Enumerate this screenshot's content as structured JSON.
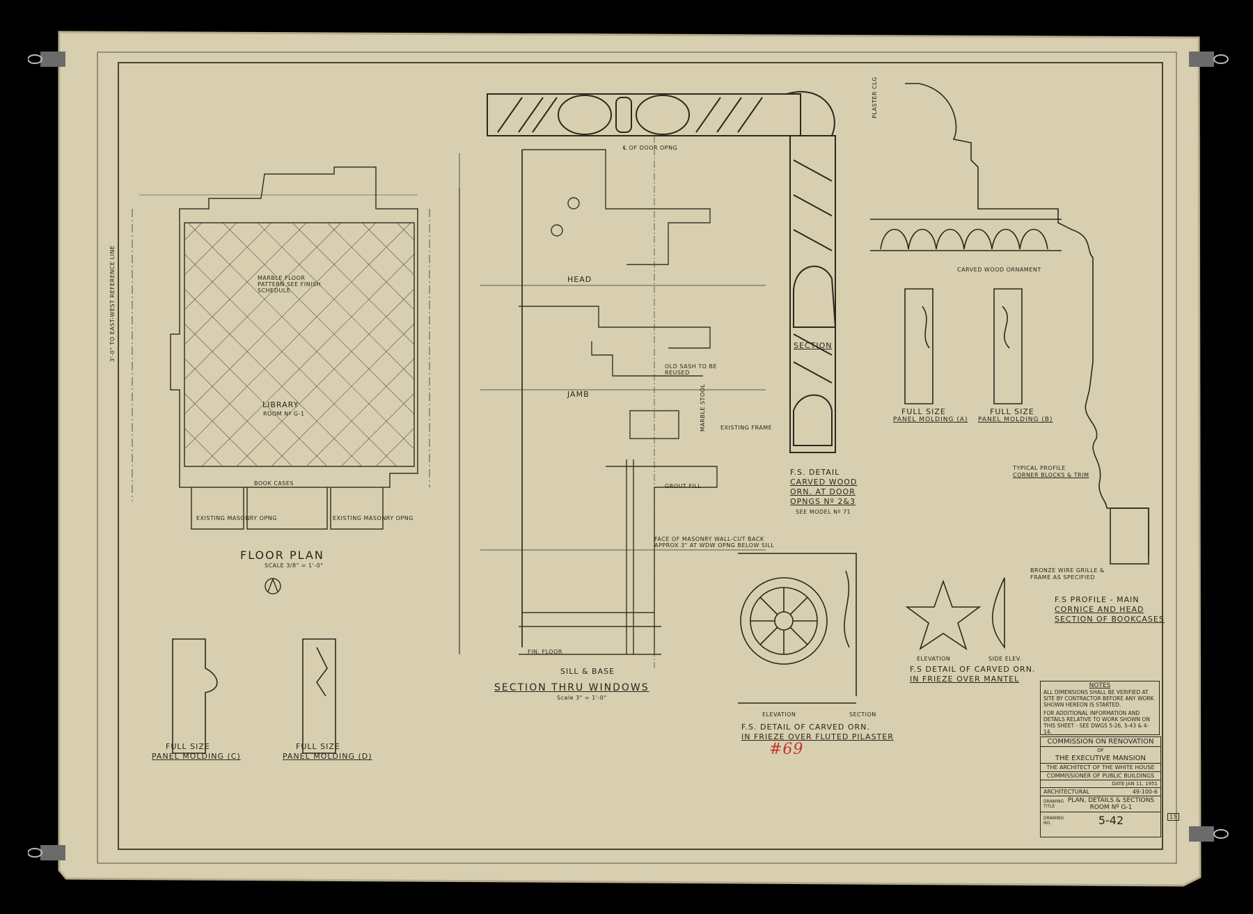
{
  "floor_plan": {
    "title": "FLOOR PLAN",
    "scale": "SCALE 3/8\" = 1'-0\"",
    "room_name": "LIBRARY",
    "room_no": "ROOM Nº G-1",
    "note": "MARBLE FLOOR PATTERN SEE FINISH SCHEDULE",
    "book_cases": "BOOK CASES",
    "ref_line": "3'-0\" TO EAST-WEST REFERENCE LINE",
    "existing_opng_1": "EXISTING MASONRY OPNG",
    "existing_opng_2": "EXISTING MASONRY OPNG"
  },
  "section": {
    "title": "SECTION THRU WINDOWS",
    "scale": "Scale 3\" = 1'-0\"",
    "head": "HEAD",
    "jamb": "JAMB",
    "sill": "SILL & BASE",
    "door_opng": "℄ OF DOOR OPNG",
    "old_sash": "OLD SASH TO BE REUSED",
    "marble_stool": "MARBLE STOOL",
    "existing_frame": "EXISTING FRAME",
    "grout": "GROUT FILL",
    "masonry_note": "FACE OF MASONRY WALL-CUT BACK APPROX 3\" AT WDW OPNG BELOW SILL",
    "fin_floor": "FIN. FLOOR"
  },
  "carved_detail": {
    "section": "SECTION",
    "line1": "F.S. DETAIL",
    "line2": "CARVED WOOD",
    "line3": "ORN. AT DOOR",
    "line4": "OPNGS Nº 2&3",
    "line5": "SEE MODEL Nº 71"
  },
  "cornice": {
    "plaster": "PLASTER CLG",
    "carved": "CARVED WOOD ORNAMENT",
    "pm_a": "FULL SIZE",
    "pm_a2": "PANEL MOLDING (A)",
    "pm_b": "FULL SIZE",
    "pm_b2": "PANEL MOLDING (B)",
    "typical1": "TYPICAL PROFILE",
    "typical2": "CORNER BLOCKS & TRIM",
    "grille1": "BRONZE WIRE GRILLE &",
    "grille2": "FRAME AS SPECIFIED",
    "profile1": "F.S PROFILE - MAIN",
    "profile2": "CORNICE AND HEAD",
    "profile3": "SECTION OF BOOKCASES"
  },
  "star_detail": {
    "elev": "ELEVATION",
    "side": "SIDE ELEV.",
    "line1": "F.S DETAIL OF CARVED ORN.",
    "line2": "IN FRIEZE OVER MANTEL"
  },
  "rosette_detail": {
    "elev": "ELEVATION",
    "section": "SECTION",
    "line1": "F.S. DETAIL OF CARVED ORN.",
    "line2": "IN FRIEZE OVER FLUTED PILASTER",
    "handwritten": "#69"
  },
  "panel_c": {
    "line1": "FULL SIZE",
    "line2": "PANEL MOLDING (C)"
  },
  "panel_d": {
    "line1": "FULL SIZE",
    "line2": "PANEL MOLDING (D)"
  },
  "notes": {
    "title": "NOTES",
    "text1": "ALL DIMENSIONS SHALL BE VERIFIED AT SITE BY CONTRACTOR BEFORE ANY WORK SHOWN HEREON IS STARTED.",
    "text2": "FOR ADDITIONAL INFORMATION AND DETAILS RELATIVE TO WORK SHOWN ON THIS SHEET - SEE DWGS 5-26, 5-43 & 4-14."
  },
  "title_block": {
    "org1": "COMMISSION ON RENOVATION",
    "org2": "OF",
    "org3": "THE EXECUTIVE MANSION",
    "architect": "THE ARCHITECT OF THE WHITE HOUSE",
    "commissioner": "COMMISSIONER OF PUBLIC BUILDINGS",
    "date": "DATE JAN 11, 1951",
    "discipline": "ARCHITECTURAL",
    "project_no": "49-100-6",
    "drawing_title_label": "DRAWING TITLE",
    "drawing_title1": "PLAN, DETAILS & SECTIONS",
    "drawing_title2": "ROOM Nº G-1",
    "drawing_no_label": "DRAWING NO.",
    "drawing_no": "5-42"
  },
  "sheet_mark": "15"
}
